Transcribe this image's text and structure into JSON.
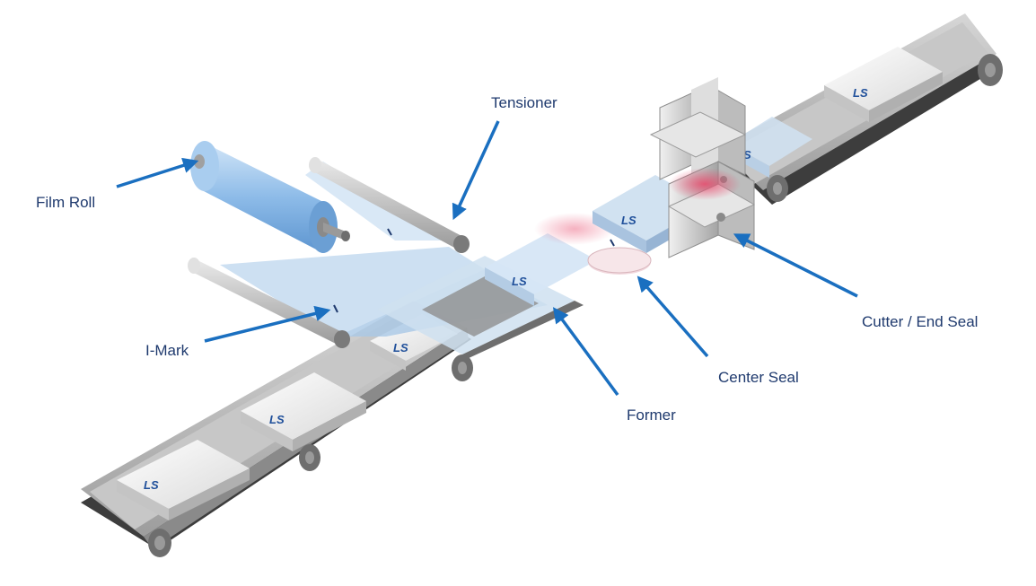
{
  "labels": {
    "film_roll": "Film Roll",
    "tensioner": "Tensioner",
    "i_mark": "I-Mark",
    "former": "Former",
    "center_seal": "Center Seal",
    "cutter_end_seal": "Cutter / End Seal"
  },
  "logo_text": "LS",
  "colors": {
    "label": "#1f3a6e",
    "arrow": "#1a6fc0",
    "belt_frame": "#b9b9b9",
    "belt_dark": "#3a3a3a",
    "film": "#bcd6ee",
    "roll": "#7fb0e2",
    "seal_glow": "#e8476a",
    "logo": "#1f4f9a"
  }
}
